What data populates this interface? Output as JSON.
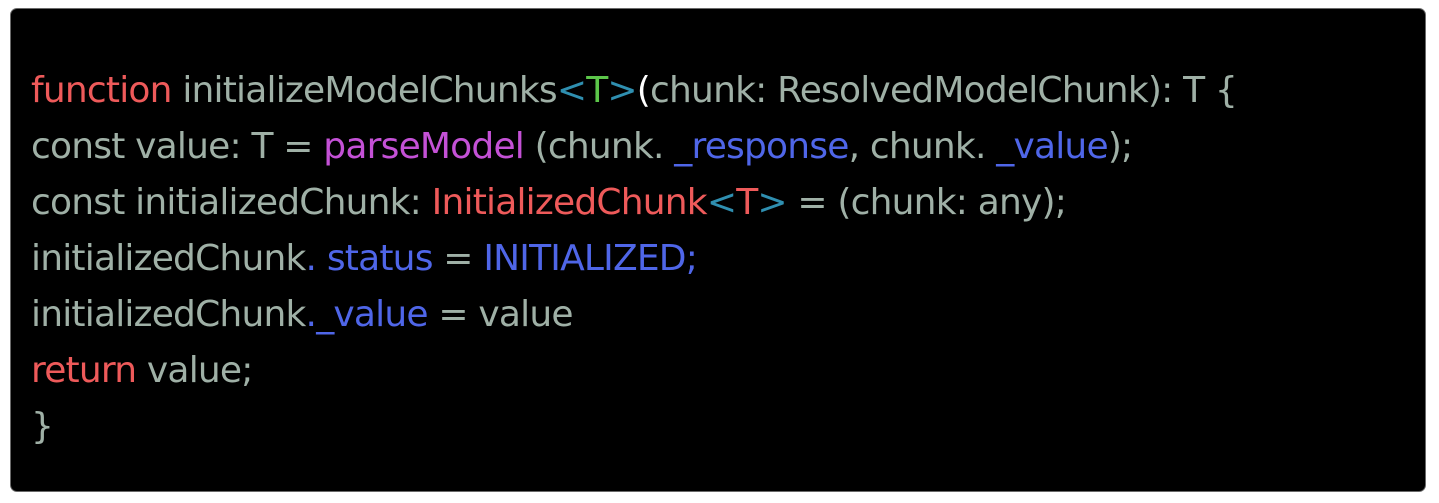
{
  "colors": {
    "background": "#000000",
    "panel_border": "#6a6a6a",
    "default_text": "#9fb0a6",
    "keyword": "#ee5a5a",
    "function_call": "#c451d6",
    "property": "#4f66e8",
    "generic_bracket": "#2f8fb0",
    "type_param": "#5cc64a",
    "paren_white": "#ffffff"
  },
  "code": {
    "lines": [
      {
        "tokens": [
          {
            "text": "function",
            "kind": "keyword"
          },
          {
            "text": " initializeModelChunks",
            "kind": "default_text"
          },
          {
            "text": "<",
            "kind": "generic_bracket"
          },
          {
            "text": "T",
            "kind": "type_param"
          },
          {
            "text": ">",
            "kind": "generic_bracket"
          },
          {
            "text": "(",
            "kind": "paren_white"
          },
          {
            "text": "chunk: ResolvedModelChunk): T {",
            "kind": "default_text"
          }
        ]
      },
      {
        "tokens": [
          {
            "text": "const value: T = ",
            "kind": "default_text"
          },
          {
            "text": "parseModel",
            "kind": "function_call"
          },
          {
            "text": " (chunk. ",
            "kind": "default_text"
          },
          {
            "text": "_response",
            "kind": "property"
          },
          {
            "text": ", chunk. ",
            "kind": "default_text"
          },
          {
            "text": "_value",
            "kind": "property"
          },
          {
            "text": ");",
            "kind": "default_text"
          }
        ]
      },
      {
        "tokens": [
          {
            "text": "const initializedChunk: ",
            "kind": "default_text"
          },
          {
            "text": "InitializedChunk",
            "kind": "keyword"
          },
          {
            "text": "<",
            "kind": "generic_bracket"
          },
          {
            "text": "T",
            "kind": "keyword"
          },
          {
            "text": ">",
            "kind": "generic_bracket"
          },
          {
            "text": " = (chunk: any);",
            "kind": "default_text"
          }
        ]
      },
      {
        "tokens": [
          {
            "text": "initializedChunk",
            "kind": "default_text"
          },
          {
            "text": ". status",
            "kind": "property"
          },
          {
            "text": " = ",
            "kind": "default_text"
          },
          {
            "text": "INITIALIZED;",
            "kind": "property"
          }
        ]
      },
      {
        "tokens": [
          {
            "text": "initializedChunk",
            "kind": "default_text"
          },
          {
            "text": "._value",
            "kind": "property"
          },
          {
            "text": " = value",
            "kind": "default_text"
          }
        ]
      },
      {
        "tokens": [
          {
            "text": "return",
            "kind": "keyword"
          },
          {
            "text": " value;",
            "kind": "default_text"
          }
        ]
      },
      {
        "tokens": [
          {
            "text": "}",
            "kind": "default_text"
          }
        ]
      }
    ]
  }
}
